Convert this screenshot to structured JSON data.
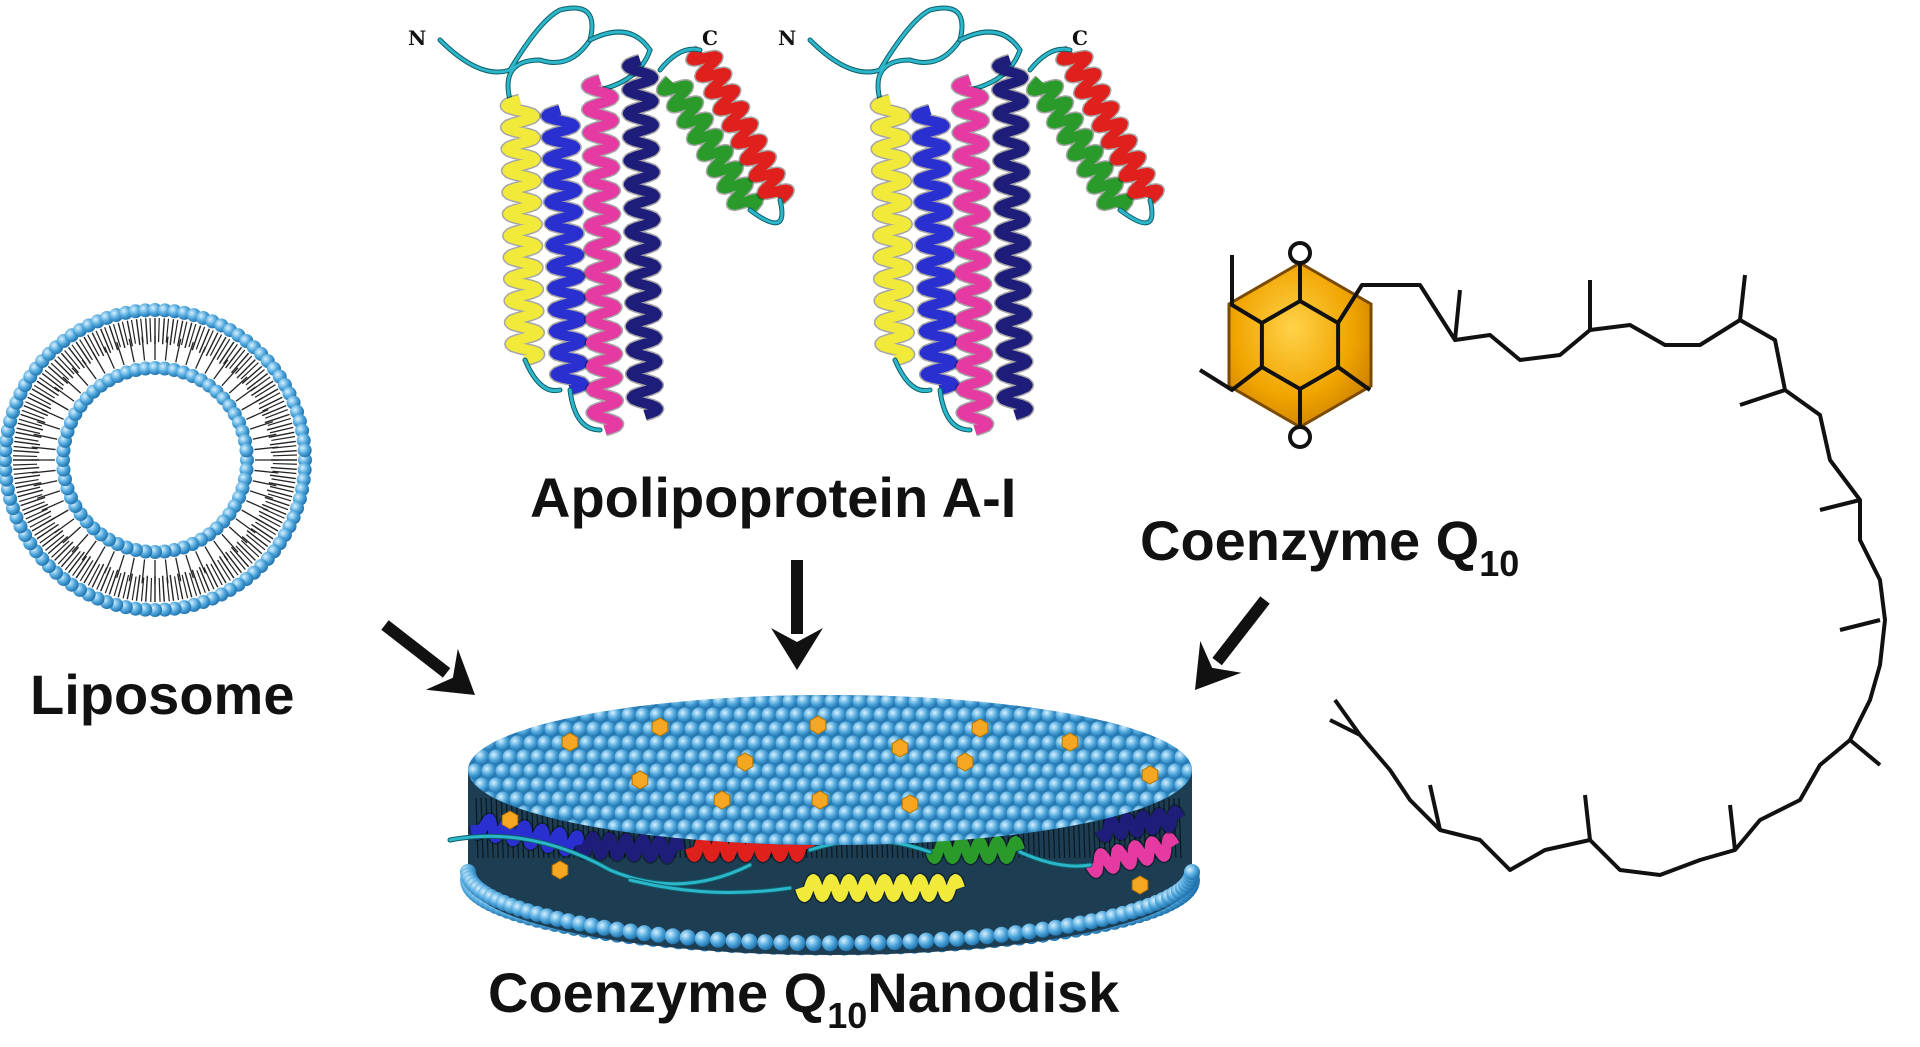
{
  "labels": {
    "liposome": "Liposome",
    "apolipoprotein": "Apolipoprotein A-I",
    "coenzyme_main": "Coenzyme Q",
    "coenzyme_sub": "10",
    "nanodisk_main": "Coenzyme Q",
    "nanodisk_sub": "10",
    "nanodisk_tail": "Nanodisk",
    "n_terminus": "N",
    "c_terminus": "C"
  },
  "colors": {
    "lipid_head": "#4fa7dc",
    "lipid_tail": "#222222",
    "cyan_loop": "#2bb7c9",
    "helix_yellow": "#f2ea3a",
    "helix_blue": "#2a2fd0",
    "helix_pink": "#e43aa2",
    "helix_navy": "#1e1d7a",
    "helix_green": "#2a9a2a",
    "helix_red": "#e0201c",
    "coq10_hexagon": "#f0a400",
    "coq10_payload": "#f5a623",
    "arrow": "#111111",
    "bond": "#111111"
  },
  "icons": [
    "liposome-icon",
    "apolipoprotein-ribbon-icon",
    "coenzyme-q10-structure-icon",
    "nanodisk-icon",
    "arrow-icon"
  ]
}
